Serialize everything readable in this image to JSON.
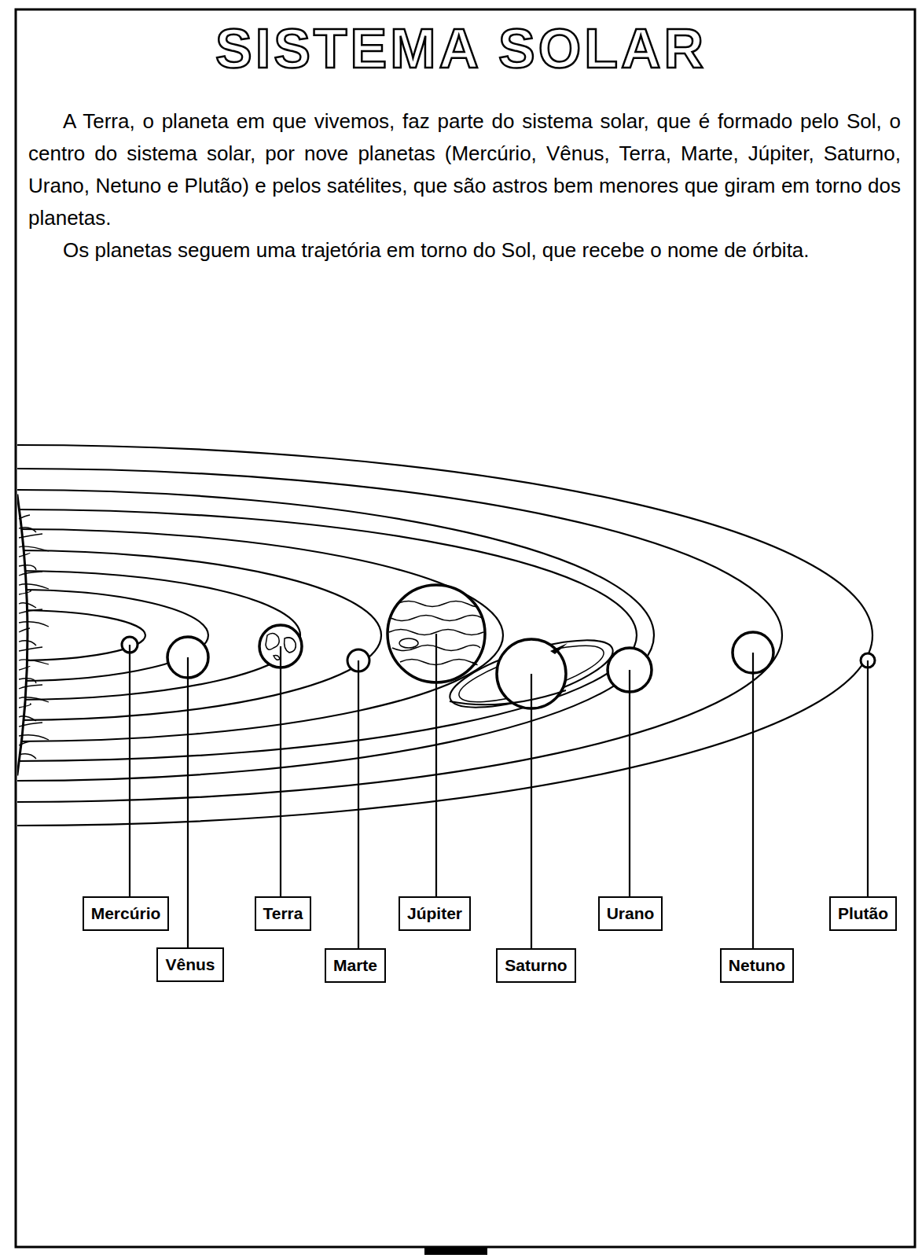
{
  "diagram": {
    "title": "SISTEMA SOLAR",
    "nodes": [
      {
        "text": [
          "Mercúrio"
        ]
      },
      {
        "text": [
          "Vênus"
        ]
      },
      {
        "text": [
          "Terra"
        ]
      },
      {
        "text": [
          "Marte"
        ]
      },
      {
        "text": [
          "Júpiter"
        ]
      },
      {
        "text": [
          "Saturno"
        ]
      },
      {
        "text": [
          "Urano"
        ]
      },
      {
        "text": [
          "Netuno"
        ]
      },
      {
        "text": [
          "Plutão"
        ]
      }
    ],
    "edges": [],
    "labels": [
      "A Terra, o planeta em que vivemos, faz parte do sistema solar, que é formado pelo Sol, o centro do sistema solar, por nove planetas (Mercúrio, Vênus, Terra, Marte, Júpiter, Saturno, Urano, Netuno e Plutão) e pelos satélites, que são astros bem menores que giram em torno dos planetas.",
      "Os planetas seguem uma trajetória em torno do Sol, que recebe o nome de órbita."
    ]
  }
}
